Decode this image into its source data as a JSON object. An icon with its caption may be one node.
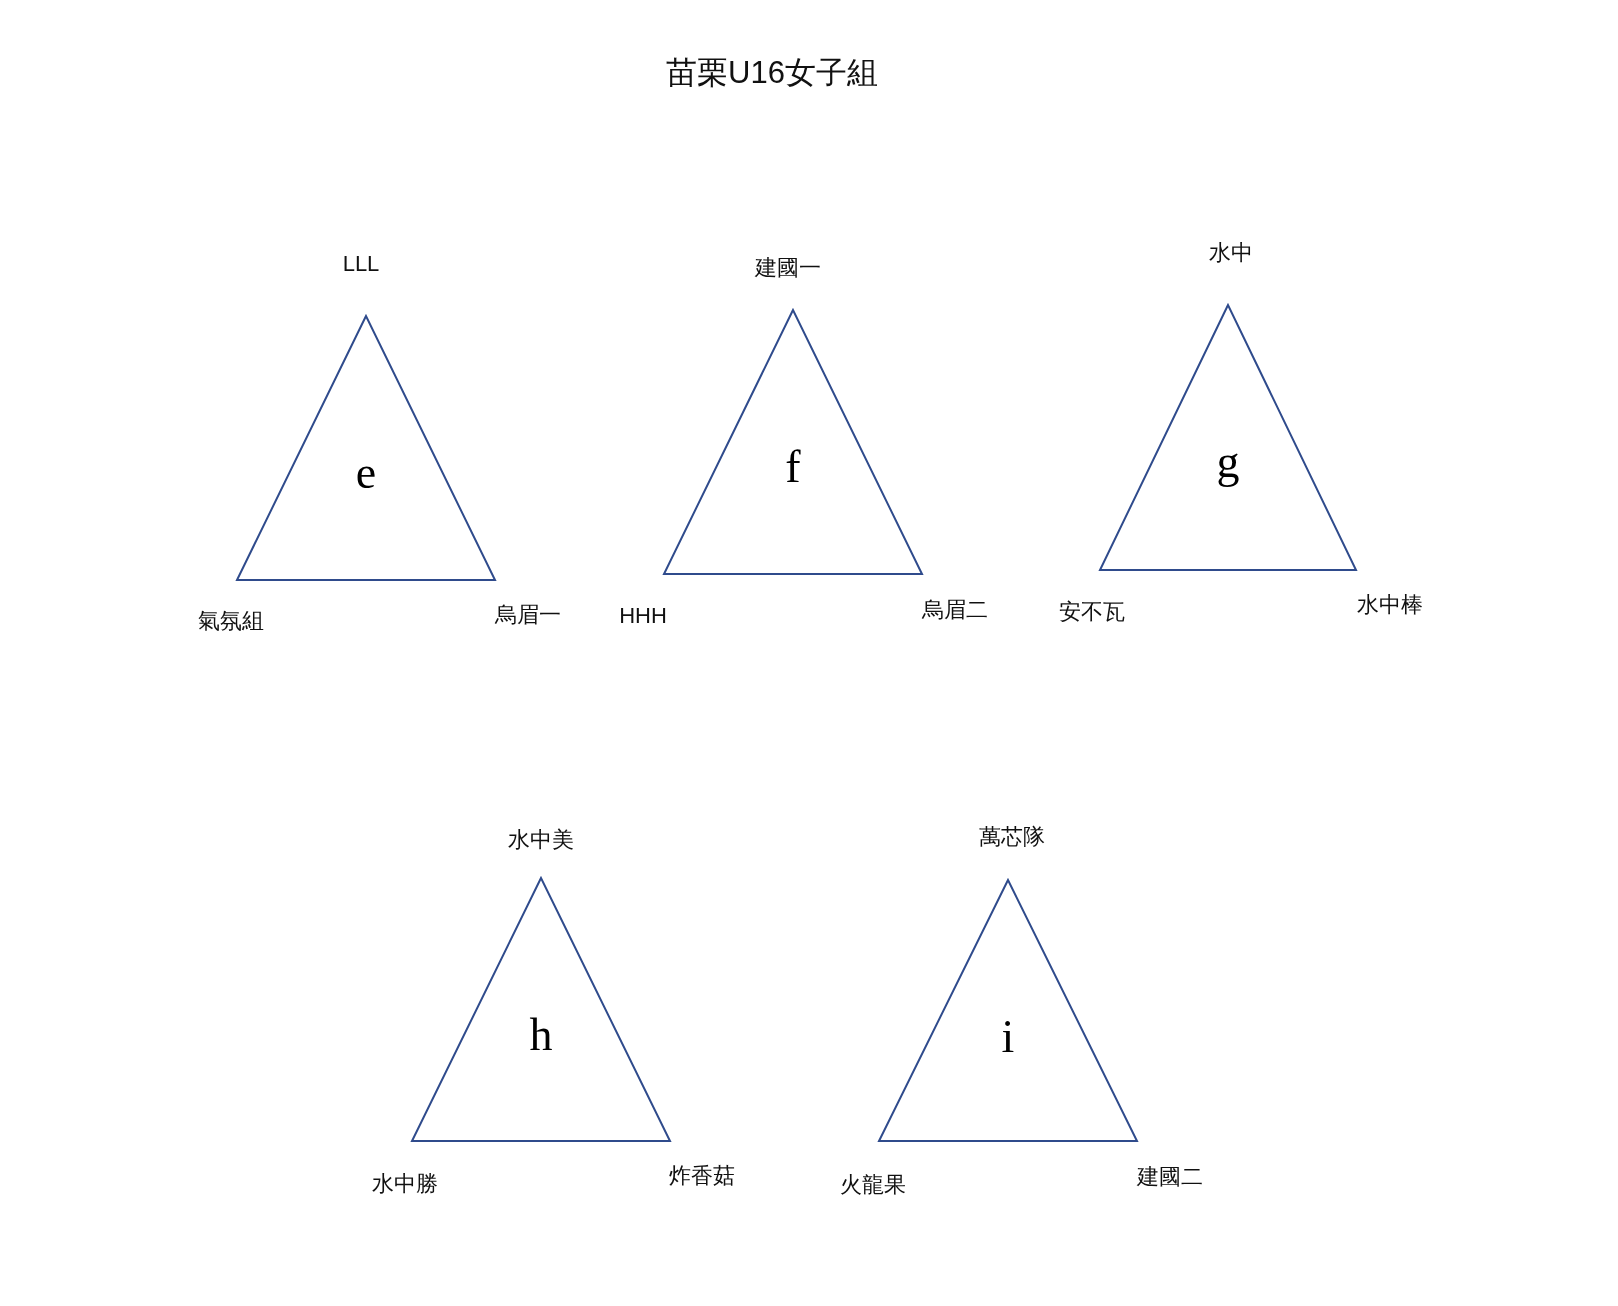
{
  "diagram": {
    "title": "苗栗U16女子組",
    "nodes": [
      {
        "text": [
          "e"
        ],
        "beside": [
          "LLL",
          "氣氛組",
          "烏眉一"
        ]
      },
      {
        "text": [
          "f"
        ],
        "beside": [
          "建國一",
          "HHH",
          "烏眉二"
        ]
      },
      {
        "text": [
          "g"
        ],
        "beside": [
          "水中",
          "安不瓦",
          "水中棒"
        ]
      },
      {
        "text": [
          "h"
        ],
        "beside": [
          "水中美",
          "水中勝",
          "炸香菇"
        ]
      },
      {
        "text": [
          "i"
        ],
        "beside": [
          "萬芯隊",
          "火龍果",
          "建國二"
        ]
      }
    ]
  }
}
